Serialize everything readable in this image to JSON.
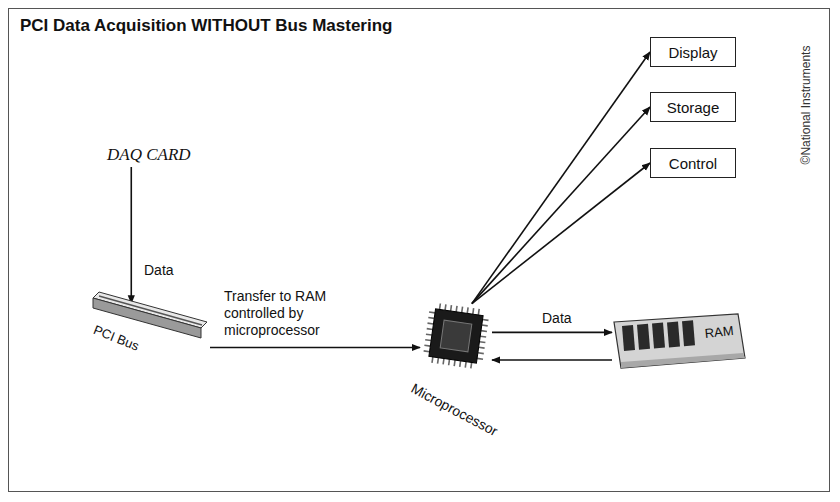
{
  "diagram": {
    "title": "PCI Data Acquisition WITHOUT Bus Mastering",
    "nodes": [
      {
        "text": [
          "DAQ CARD"
        ]
      },
      {
        "text": [
          "Display"
        ]
      },
      {
        "text": [
          "Storage"
        ]
      },
      {
        "text": [
          "Control"
        ]
      },
      {
        "text": [
          "PCI Bus"
        ]
      },
      {
        "text": [
          "Microprocessor"
        ]
      },
      {
        "text": [
          "RAM"
        ]
      }
    ],
    "edges": [
      {
        "from": 0,
        "to": 4,
        "label": "Data",
        "arrow": "to"
      },
      {
        "from": 4,
        "to": 5,
        "label": "Transfer to RAM controlled by microprocessor",
        "arrow": "to"
      },
      {
        "from": 5,
        "to": 6,
        "label": "Data",
        "arrow": "to"
      },
      {
        "from": 6,
        "to": 5,
        "arrow": "to"
      },
      {
        "from": 5,
        "to": 1,
        "arrow": "to"
      },
      {
        "from": 5,
        "to": 2,
        "arrow": "to"
      },
      {
        "from": 5,
        "to": 3,
        "arrow": "to"
      }
    ],
    "labels": [
      "©National Instruments"
    ]
  }
}
